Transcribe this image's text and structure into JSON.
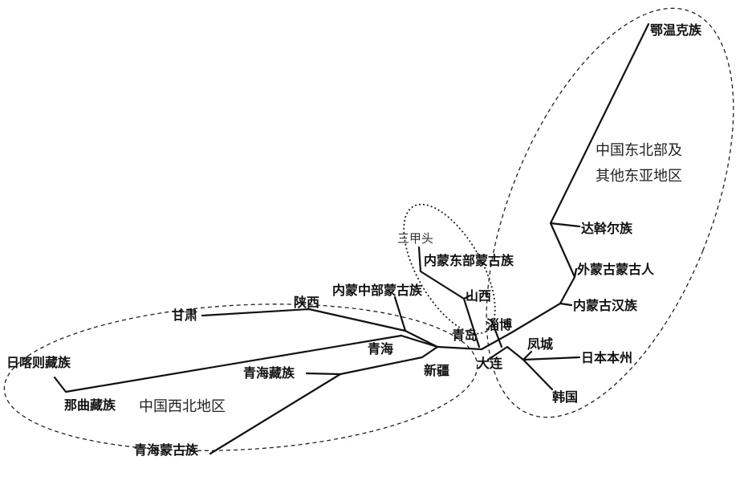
{
  "regions": {
    "northeast_line1": "中国东北部及",
    "northeast_line2": "其他东亚地区",
    "northwest": "中国西北地区"
  },
  "nodes": {
    "ewenki": "鄂温克族",
    "daur": "达斡尔族",
    "outer_mongol": "外蒙古蒙古人",
    "inner_mongol_han": "内蒙古汉族",
    "fengcheng": "凤城",
    "honshu": "日本本州",
    "korea": "韩国",
    "dalian": "大连",
    "zibo": "淄博",
    "qingdao": "青岛",
    "shanxi": "山西",
    "inner_mongol_east": "内蒙东部蒙古族",
    "sanjiatou": "三甲头",
    "inner_mongol_central": "内蒙中部蒙古族",
    "shaanxi": "陕西",
    "gansu": "甘肃",
    "qinghai": "青海",
    "xinjiang": "新疆",
    "qinghai_tibetan": "青海藏族",
    "qinghai_mongol": "青海蒙古族",
    "shigatse": "日喀则藏族",
    "nagqu": "那曲藏族"
  }
}
